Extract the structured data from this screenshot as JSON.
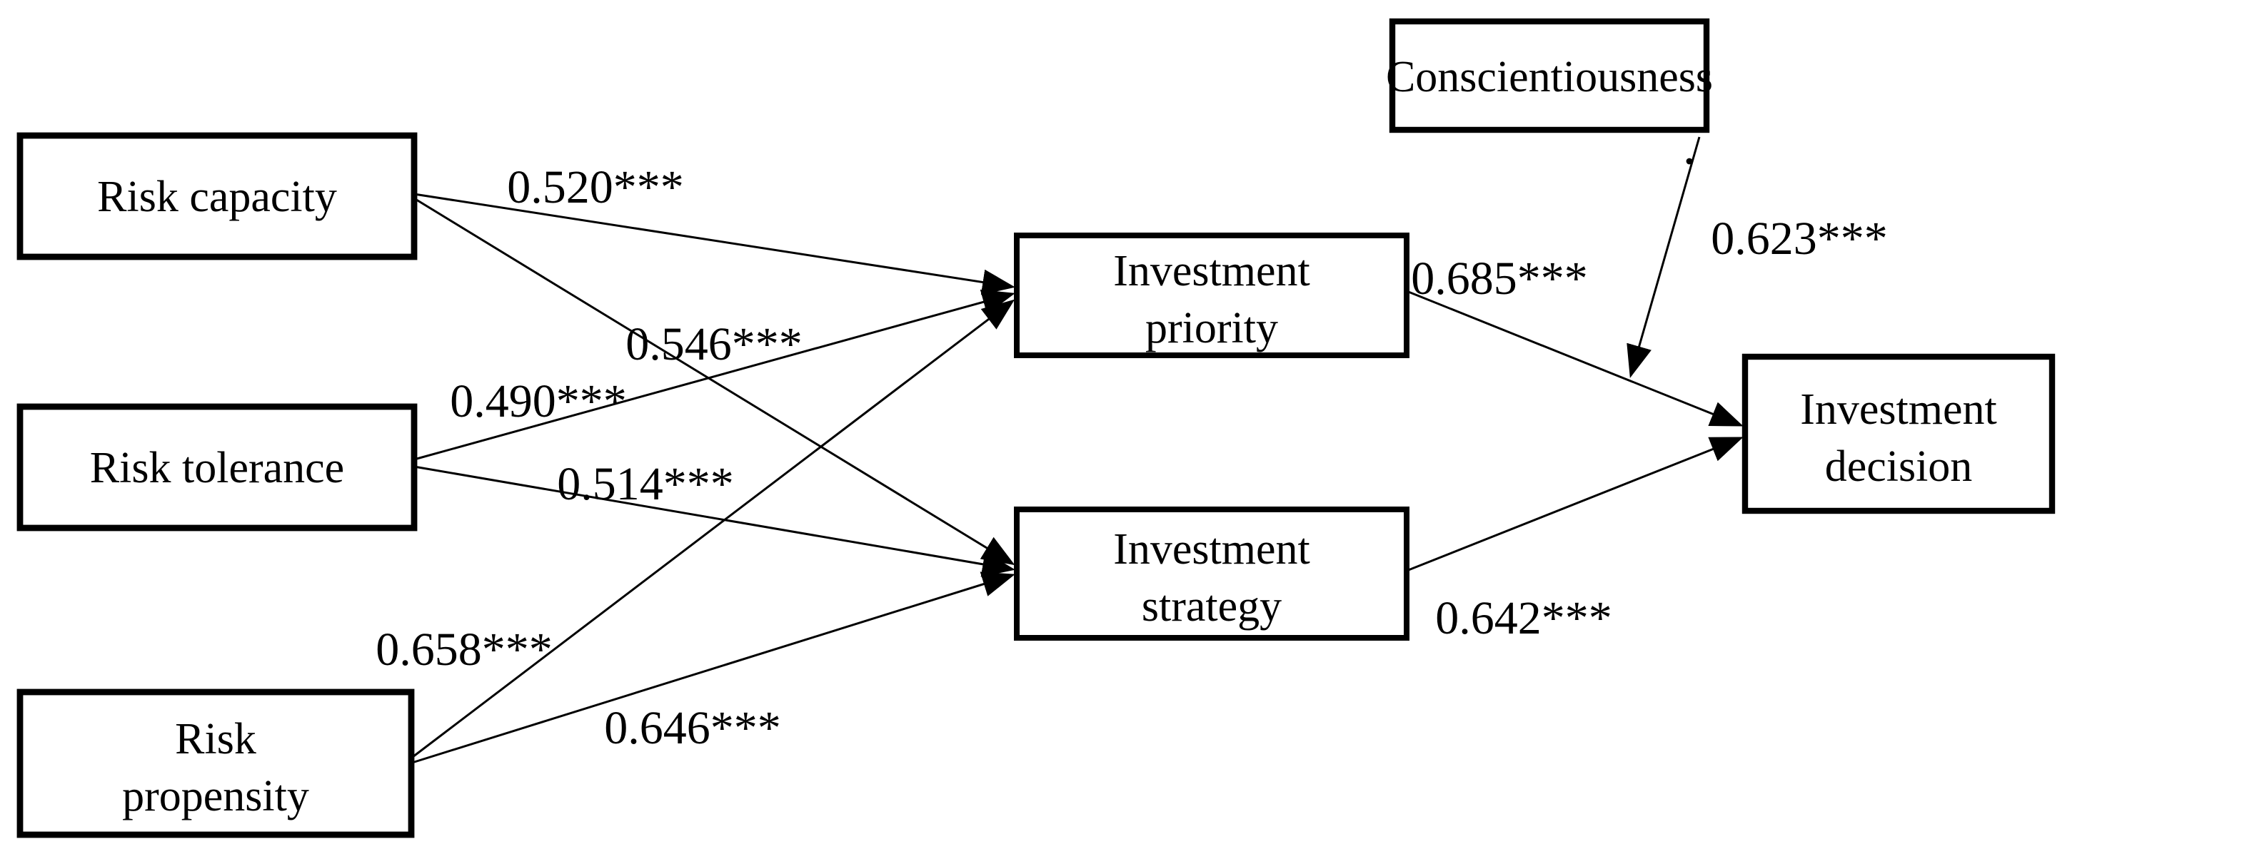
{
  "figure": {
    "type": "structural-path-model",
    "background_color": "#ffffff",
    "line_color": "#000000",
    "text_color": "#000000"
  },
  "nodes": [
    {
      "id": "risk-capacity",
      "label": "Risk capacity",
      "lines": [
        "Risk capacity"
      ]
    },
    {
      "id": "risk-tolerance",
      "label": "Risk tolerance",
      "lines": [
        "Risk tolerance"
      ]
    },
    {
      "id": "risk-propensity",
      "label": "Risk propensity",
      "lines": [
        "Risk",
        "propensity"
      ]
    },
    {
      "id": "investment-priority",
      "label": "Investment priority",
      "lines": [
        "Investment",
        "priority"
      ]
    },
    {
      "id": "investment-strategy",
      "label": "Investment strategy",
      "lines": [
        "Investment",
        "strategy"
      ]
    },
    {
      "id": "conscientiousness",
      "label": "Conscientiousness",
      "lines": [
        "Conscientiousness"
      ]
    },
    {
      "id": "investment-decision",
      "label": "Investment decision",
      "lines": [
        "Investment",
        "decision"
      ]
    }
  ],
  "edges": [
    {
      "id": "capacity-to-priority",
      "from": "risk-capacity",
      "to": "investment-priority",
      "coefficient": "0.520***"
    },
    {
      "id": "capacity-to-strategy",
      "from": "risk-capacity",
      "to": "investment-strategy",
      "coefficient": "0.546***"
    },
    {
      "id": "tolerance-to-priority",
      "from": "risk-tolerance",
      "to": "investment-priority",
      "coefficient": "0.490***"
    },
    {
      "id": "tolerance-to-strategy",
      "from": "risk-tolerance",
      "to": "investment-strategy",
      "coefficient": "0.514***"
    },
    {
      "id": "propensity-to-priority",
      "from": "risk-propensity",
      "to": "investment-priority",
      "coefficient": "0.658***"
    },
    {
      "id": "propensity-to-strategy",
      "from": "risk-propensity",
      "to": "investment-strategy",
      "coefficient": "0.646***"
    },
    {
      "id": "priority-to-decision",
      "from": "investment-priority",
      "to": "investment-decision",
      "coefficient": "0.685***"
    },
    {
      "id": "strategy-to-decision",
      "from": "investment-strategy",
      "to": "investment-decision",
      "coefficient": "0.642***"
    },
    {
      "id": "conscientiousness-moderation",
      "from": "conscientiousness",
      "to": "priority-to-decision-path",
      "coefficient": "0.623***",
      "role": "moderator"
    }
  ]
}
